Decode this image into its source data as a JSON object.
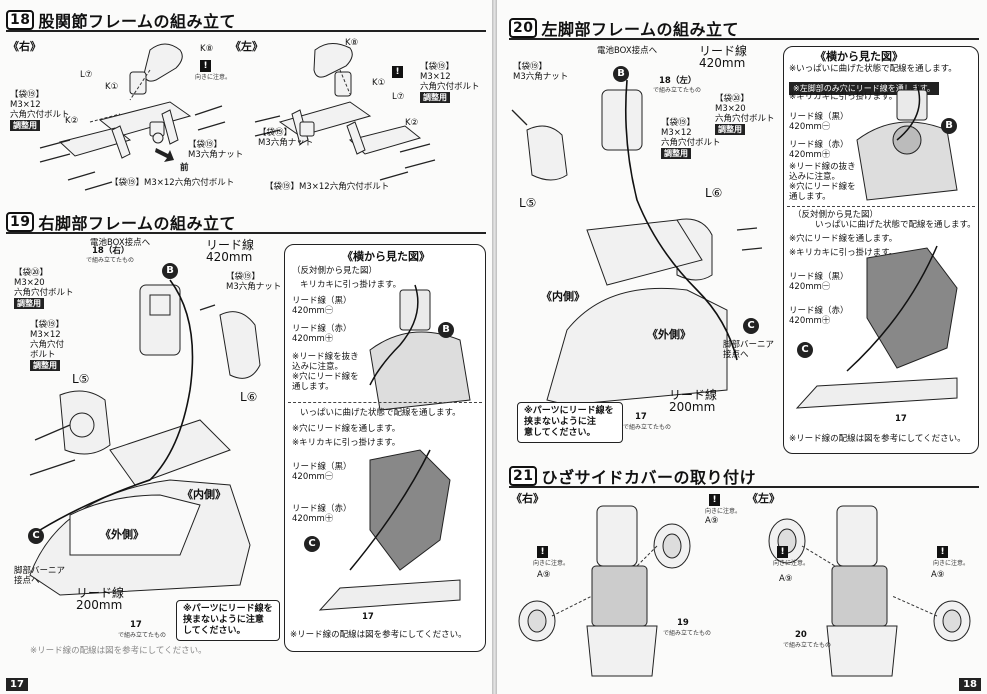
{
  "left_page": {
    "number": "17",
    "s18": {
      "num": "18",
      "title": "股関節フレームの組み立て",
      "right": "《右》",
      "left": "《左》",
      "k8a": "K⑧",
      "k8b": "K⑧",
      "k1a": "K①",
      "k1b": "K①",
      "k2a": "K②",
      "k2b": "K②",
      "l7a": "L⑦",
      "l7b": "L⑦",
      "bag19": "【袋⑲】",
      "bolt": "M3×12",
      "bolt2": "六角穴付ボルト",
      "adjust": "調整用",
      "nut_bag": "【袋⑲】",
      "nut": "M3六角ナット",
      "bolt_bottom_bag": "【袋⑲】",
      "bolt_bottom": "M3×12六角穴付ボルト",
      "front": "前",
      "caution": "向きに注意。"
    },
    "s19": {
      "num": "19",
      "title": "右脚部フレームの組み立て",
      "conn18": "18（右）",
      "conn18sub": "で組み立てたもの",
      "battery": "電池BOX接点へ",
      "lead": "リード線",
      "lead_len": "420mm",
      "bag20": "【袋⑳】",
      "m320": "M3×20",
      "m320b": "六角穴付ボルト",
      "adjust": "調整用",
      "bag19": "【袋⑲】",
      "m312": "M3×12",
      "hex1": "六角穴付",
      "bolt": "ボルト",
      "adjust2": "調整用",
      "nutbag": "【袋⑲】",
      "nut": "M3六角ナット",
      "l5": "L⑤",
      "l6": "L⑥",
      "inner": "《内側》",
      "outer": "《外側》",
      "vernier": "脚部バーニア",
      "vernier2": "接点へ",
      "lead2": "リード線",
      "lead2_len": "200mm",
      "part17": "17",
      "part17sub": "で組み立てたもの",
      "note": [
        "※パーツにリード線を",
        "挟まないように注意",
        "してください。"
      ],
      "bottom_note": "※リード線の配線は図を参考にしてください。"
    },
    "side_view": {
      "title": "《横から見た図》",
      "opp": "（反対側から見た図）",
      "hook": "キリカキに引っ掛けます。",
      "black": "リード線（黒）",
      "black_len": "420mm㊀",
      "red": "リード線（赤）",
      "red_len": "420mm㊉",
      "thread1": "※リード線を抜き",
      "thread2": "込みに注意。",
      "hole1": "※穴にリード線を",
      "hole2": "通します。",
      "bend": "いっぱいに曲げた状態で配線を通します。",
      "bend2": "で配線を通します。",
      "hole_b": "※穴にリード線を通します。",
      "hook_b": "※キリカキに引っ掛けます。",
      "black_b": "リード線（黒）",
      "black_b_len": "420mm㊀",
      "red_b": "リード線（赤）",
      "red_b_len": "420mm㊉",
      "note2": "※リード線の配線は図を参考にしてください。"
    }
  },
  "right_page": {
    "number": "18",
    "s20": {
      "num": "20",
      "title": "左脚部フレームの組み立て",
      "battery": "電池BOX接点へ",
      "lead": "リード線",
      "lead_len": "420mm",
      "bag19": "【袋⑲】",
      "nut": "M3六角ナット",
      "conn18": "18（左）",
      "conn18sub": "で組み立てたもの",
      "bag20": "【袋⑳】",
      "m320": "M3×20",
      "m320b": "六角穴付ボルト",
      "adjust": "調整用",
      "bag19b": "【袋⑲】",
      "m312": "M3×12",
      "m312b": "六角穴付ボルト",
      "adjust2": "調整用",
      "l5": "L⑤",
      "l6": "L⑥",
      "inner": "《内側》",
      "outer": "《外側》",
      "vernier": "脚部バーニア",
      "vernier2": "接点へ",
      "lead2": "リード線",
      "lead2_len": "200mm",
      "note": [
        "※パーツにリード線を",
        "挟まないように注",
        "意してください。"
      ],
      "part17": "17",
      "part17sub": "で組み立てたもの"
    },
    "side_view": {
      "title": "《横から見た図》",
      "bend": "※いっぱいに曲げた状態で配線を通します。",
      "left_only": "※左脚部のみ穴にリード線を通します。",
      "hook": "※キリカキに引っ掛けます。",
      "black": "リード線（黒）",
      "black_len": "420mm㊀",
      "red": "リード線（赤）",
      "red_len": "420mm㊉",
      "thread1": "※リード線の抜き",
      "thread2": "込みに注意。",
      "hole1": "※穴にリード線を",
      "hole2": "通します。",
      "opp": "（反対側から見た図）",
      "bend_b": "いっぱいに曲げた状態で配線を通します。",
      "hole_b": "※穴にリード線を通します。",
      "hook_b": "※キリカキに引っ掛けます。",
      "black_b": "リード線（黒）",
      "black_b_len": "420mm㊀",
      "red_b": "リード線（赤）",
      "red_b_len": "420mm㊉",
      "part17": "17",
      "bottom_note": "※リード線の配線は図を参考にしてください。"
    },
    "s21": {
      "num": "21",
      "title": "ひざサイドカバーの取り付け",
      "right": "《右》",
      "left": "《左》",
      "a9a": "A⑨",
      "a9b": "A⑨",
      "a9c": "A⑨",
      "a9d": "A⑨",
      "caution": "向きに注意。",
      "part19": "19",
      "part20": "20",
      "sub": "で組み立てたもの"
    }
  }
}
